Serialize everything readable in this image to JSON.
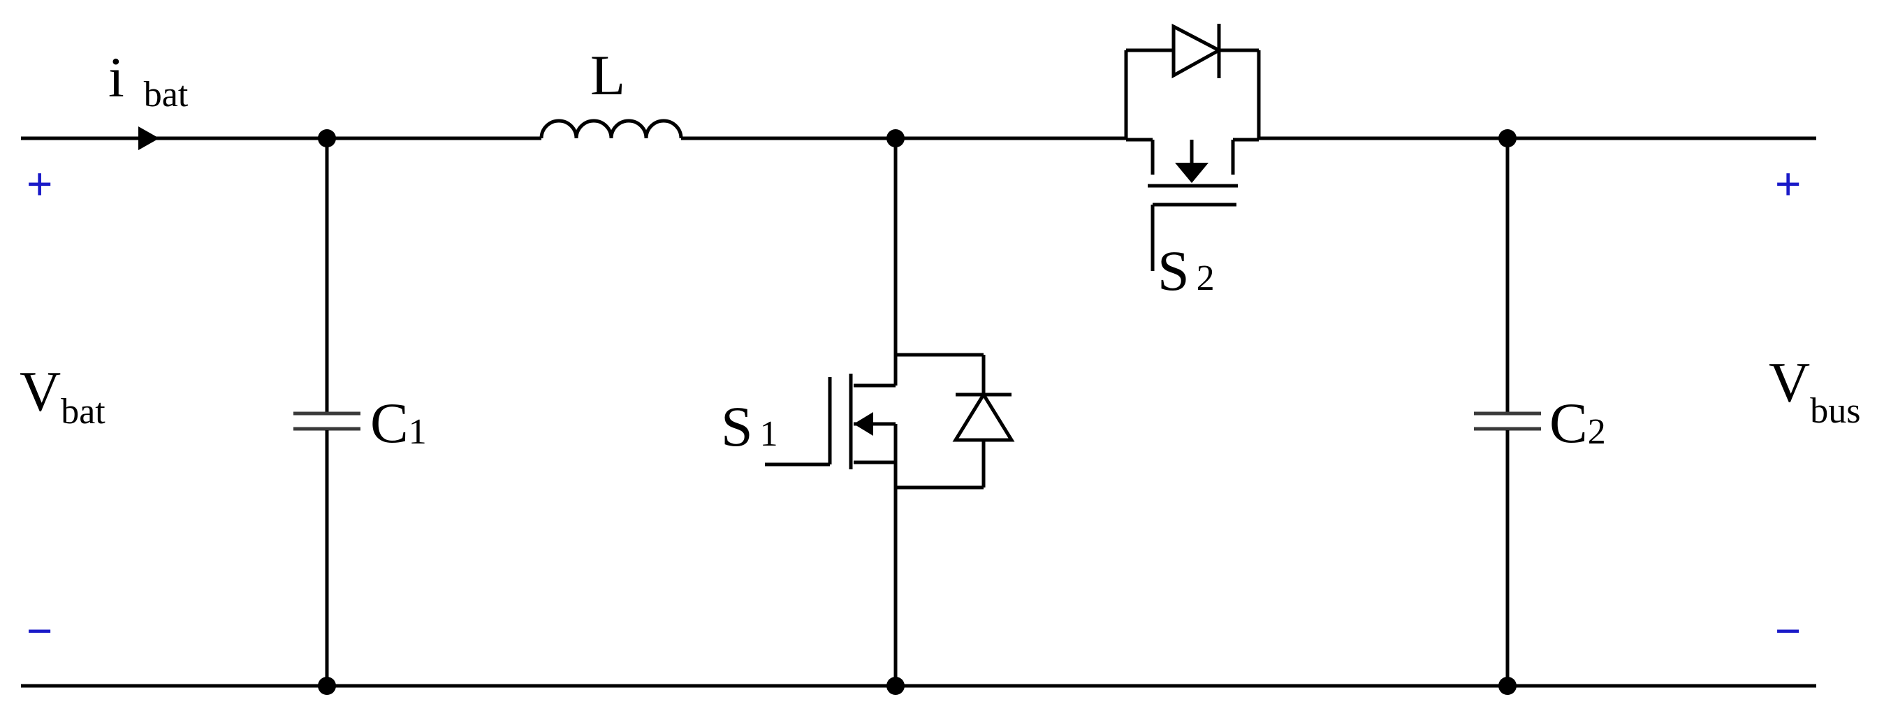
{
  "labels": {
    "i_bat": {
      "main": "i",
      "sub": "bat"
    },
    "v_bat": {
      "main": "V",
      "sub": "bat"
    },
    "v_bus": {
      "main": "V",
      "sub": "bus"
    },
    "inductor": "L",
    "c1": {
      "main": "C",
      "sub": "1"
    },
    "c2": {
      "main": "C",
      "sub": "2"
    },
    "s1": {
      "main": "S",
      "sub": "1"
    },
    "s2": {
      "main": "S",
      "sub": "2"
    }
  },
  "terminals": {
    "input_plus": "+",
    "input_minus": "−",
    "output_plus": "+",
    "output_minus": "−"
  },
  "colors": {
    "wire": "#000000",
    "polarity": "#1a1ac8"
  }
}
